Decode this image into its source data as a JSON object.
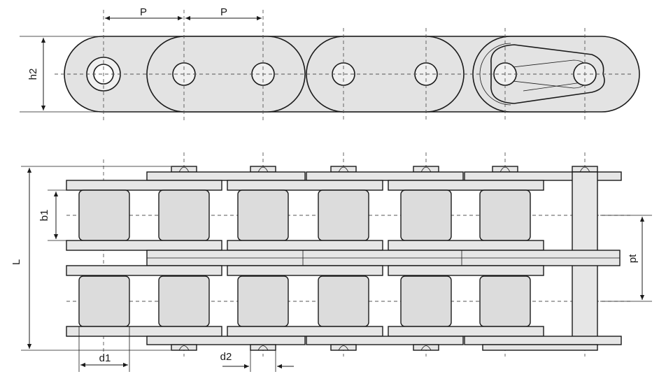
{
  "labels": {
    "pitch_1": "P",
    "pitch_2": "P",
    "plate_height": "h2",
    "inner_width": "b1",
    "overall_length": "L",
    "transverse_pitch": "pt",
    "roller_diameter": "d1",
    "pin_diameter": "d2"
  }
}
